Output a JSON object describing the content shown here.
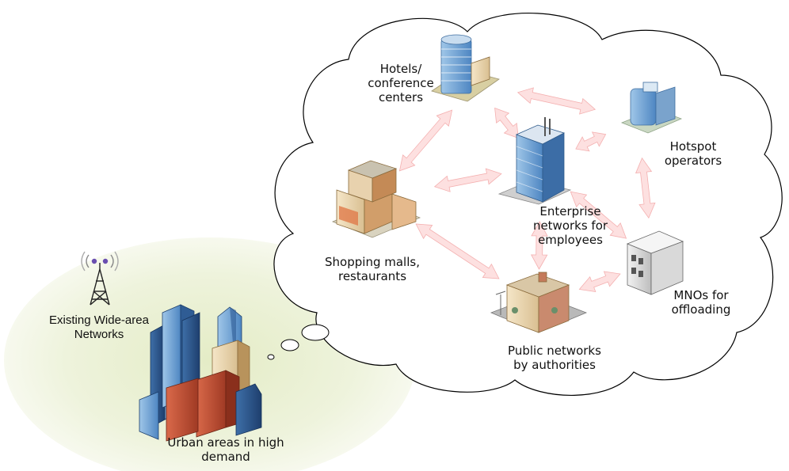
{
  "nodes": {
    "hotels": {
      "label": "Hotels/\nconference\ncenters"
    },
    "hotspot": {
      "label": "Hotspot\noperators"
    },
    "enterprise": {
      "label": "Enterprise\nnetworks for\nemployees"
    },
    "shopping": {
      "label": "Shopping malls,\nrestaurants"
    },
    "mnos": {
      "label": "MNOs for\noffloading"
    },
    "public": {
      "label": "Public networks\nby authorities"
    }
  },
  "wide_area": {
    "label": "Existing Wide-area\nNetworks"
  },
  "urban": {
    "label": "Urban areas in high\ndemand"
  },
  "links": [
    [
      "hotels",
      "hotspot"
    ],
    [
      "hotels",
      "enterprise"
    ],
    [
      "hotels",
      "shopping"
    ],
    [
      "shopping",
      "enterprise"
    ],
    [
      "shopping",
      "public"
    ],
    [
      "enterprise",
      "hotspot"
    ],
    [
      "enterprise",
      "mnos"
    ],
    [
      "enterprise",
      "public"
    ],
    [
      "hotspot",
      "mnos"
    ],
    [
      "public",
      "mnos"
    ]
  ],
  "colors": {
    "arrow_fill": "#fde0e0",
    "arrow_stroke": "#f4b0b0",
    "cloud_stroke": "#000000",
    "glow_center": "#e9f0d2"
  }
}
